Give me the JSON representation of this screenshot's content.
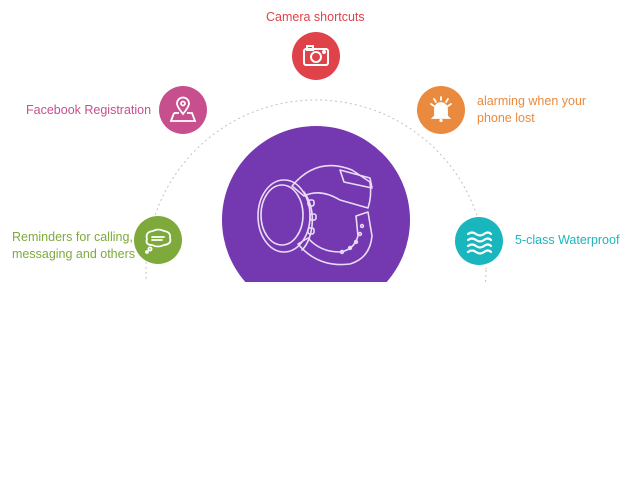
{
  "features": [
    {
      "id": "camera",
      "label_lines": [
        "Camera shortcuts"
      ],
      "color": "#e0424a",
      "icon": "camera-icon"
    },
    {
      "id": "facebook",
      "label_lines": [
        "Facebook Registration"
      ],
      "color": "#c84f8e",
      "icon": "map-pin-icon"
    },
    {
      "id": "alarm",
      "label_lines": [
        "alarming when your",
        "phone lost"
      ],
      "color": "#ea8a3e",
      "icon": "bell-icon"
    },
    {
      "id": "reminder",
      "label_lines": [
        "Reminders for calling,",
        "messaging and others"
      ],
      "color": "#7eaa3c",
      "icon": "speech-bubble-icon"
    },
    {
      "id": "water",
      "label_lines": [
        "5-class Waterproof"
      ],
      "color": "#19b7bd",
      "icon": "wave-icon"
    }
  ],
  "hub": {
    "color": "#7438b0",
    "icon": "smartwatch-icon"
  },
  "ring": {
    "color": "#bdbdbd"
  }
}
